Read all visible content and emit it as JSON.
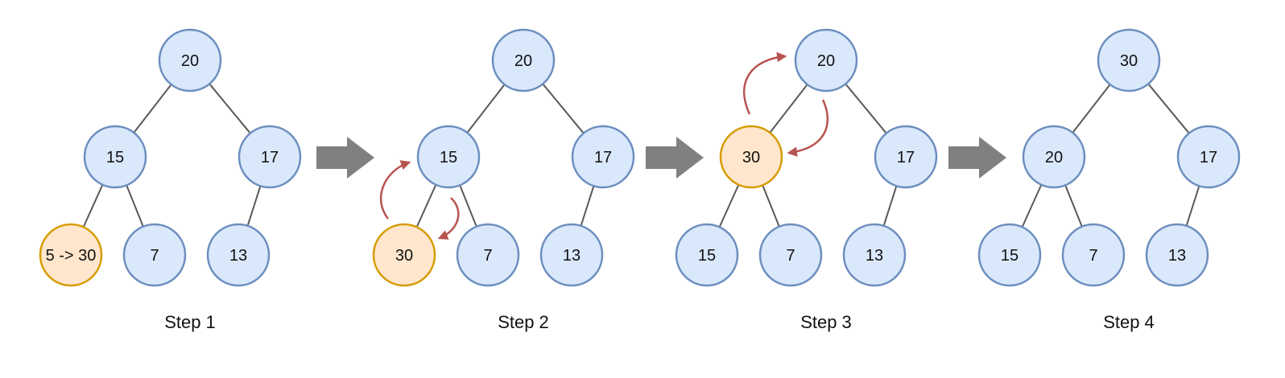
{
  "colors": {
    "node_fill": "#dae8fc",
    "node_stroke": "#6c8ebf",
    "highlight_fill": "#ffe6cc",
    "highlight_stroke": "#d79b00",
    "edge": "#595959",
    "step_arrow": "#808080",
    "swap_arrow": "#b85450"
  },
  "steps": [
    {
      "label": "Step 1",
      "nodes": {
        "root": {
          "value": "20",
          "highlight": false
        },
        "left": {
          "value": "15",
          "highlight": false
        },
        "right": {
          "value": "17",
          "highlight": false
        },
        "left_left": {
          "value": "5 -> 30",
          "highlight": true
        },
        "left_right": {
          "value": "7",
          "highlight": false
        },
        "right_left": {
          "value": "13",
          "highlight": false
        }
      }
    },
    {
      "label": "Step 2",
      "nodes": {
        "root": {
          "value": "20",
          "highlight": false
        },
        "left": {
          "value": "15",
          "highlight": false
        },
        "right": {
          "value": "17",
          "highlight": false
        },
        "left_left": {
          "value": "30",
          "highlight": true
        },
        "left_right": {
          "value": "7",
          "highlight": false
        },
        "right_left": {
          "value": "13",
          "highlight": false
        }
      }
    },
    {
      "label": "Step 3",
      "nodes": {
        "root": {
          "value": "20",
          "highlight": false
        },
        "left": {
          "value": "30",
          "highlight": true
        },
        "right": {
          "value": "17",
          "highlight": false
        },
        "left_left": {
          "value": "15",
          "highlight": false
        },
        "left_right": {
          "value": "7",
          "highlight": false
        },
        "right_left": {
          "value": "13",
          "highlight": false
        }
      }
    },
    {
      "label": "Step 4",
      "nodes": {
        "root": {
          "value": "30",
          "highlight": false
        },
        "left": {
          "value": "20",
          "highlight": false
        },
        "right": {
          "value": "17",
          "highlight": false
        },
        "left_left": {
          "value": "15",
          "highlight": false
        },
        "left_right": {
          "value": "7",
          "highlight": false
        },
        "right_left": {
          "value": "13",
          "highlight": false
        }
      }
    }
  ]
}
